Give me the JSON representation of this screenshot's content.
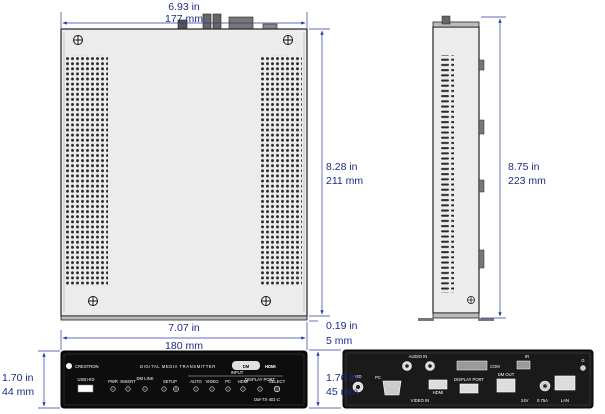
{
  "dimensions": {
    "top_width_in": "6.93 in",
    "top_width_mm": "177 mm",
    "top_depth_in": "8.28 in",
    "top_depth_mm": "211 mm",
    "side_depth_in": "8.75 in",
    "side_depth_mm": "223 mm",
    "front_width_in": "7.07 in",
    "front_width_mm": "180 mm",
    "foot_in": "0.19 in",
    "foot_mm": "5 mm",
    "front_height_in": "1.70 in",
    "front_height_mm": "44 mm",
    "rear_height_in": "1.76 in",
    "rear_height_mm": "45 mm"
  },
  "front_panel": {
    "brand": "CRESTRON",
    "title": "DIGITAL MEDIA TRANSMITTER",
    "badge_dm": "DM",
    "badge_hdmi": "HDMI",
    "usb_label": "USB HID",
    "pwr": "PWR",
    "insert": "INSERT",
    "dm_link": "DM LINK",
    "setup": "SETUP",
    "input_group": "INPUT",
    "auto": "AUTO",
    "video": "VIDEO",
    "pc": "PC",
    "hdmi": "HDMI",
    "display_port": "DISPLAY PORT",
    "select": "SELECT",
    "model": "DM-TX-401-C"
  },
  "rear_panel": {
    "audio_in": "AUDIO IN",
    "vid": "VID",
    "pc": "PC",
    "hdmi": "HDMI",
    "display_port": "DISPLAY PORT",
    "com": "COM",
    "ir": "IR",
    "dm_out": "DM OUT",
    "g": "G",
    "video_in": "VIDEO IN",
    "power": "24V",
    "current": "0.75A",
    "lan": "LAN"
  }
}
